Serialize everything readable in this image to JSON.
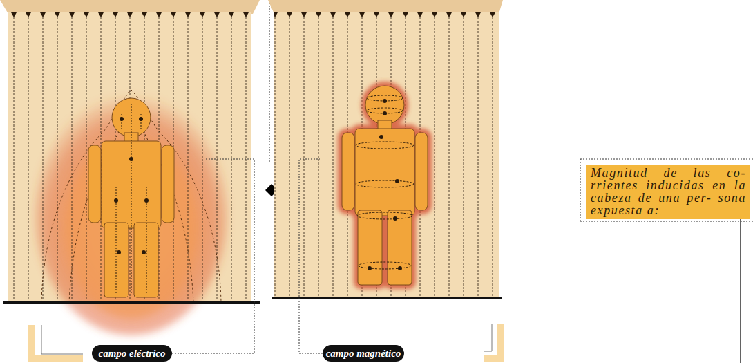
{
  "diagram": {
    "nodes": [
      {
        "text": [
          "campo eléctrico"
        ]
      },
      {
        "text": [
          "campo magnético"
        ]
      },
      {
        "text": [
          "Magnitud de las co- rrientes inducidas en la cabeza de una per- sona expuesta a:"
        ]
      }
    ]
  }
}
